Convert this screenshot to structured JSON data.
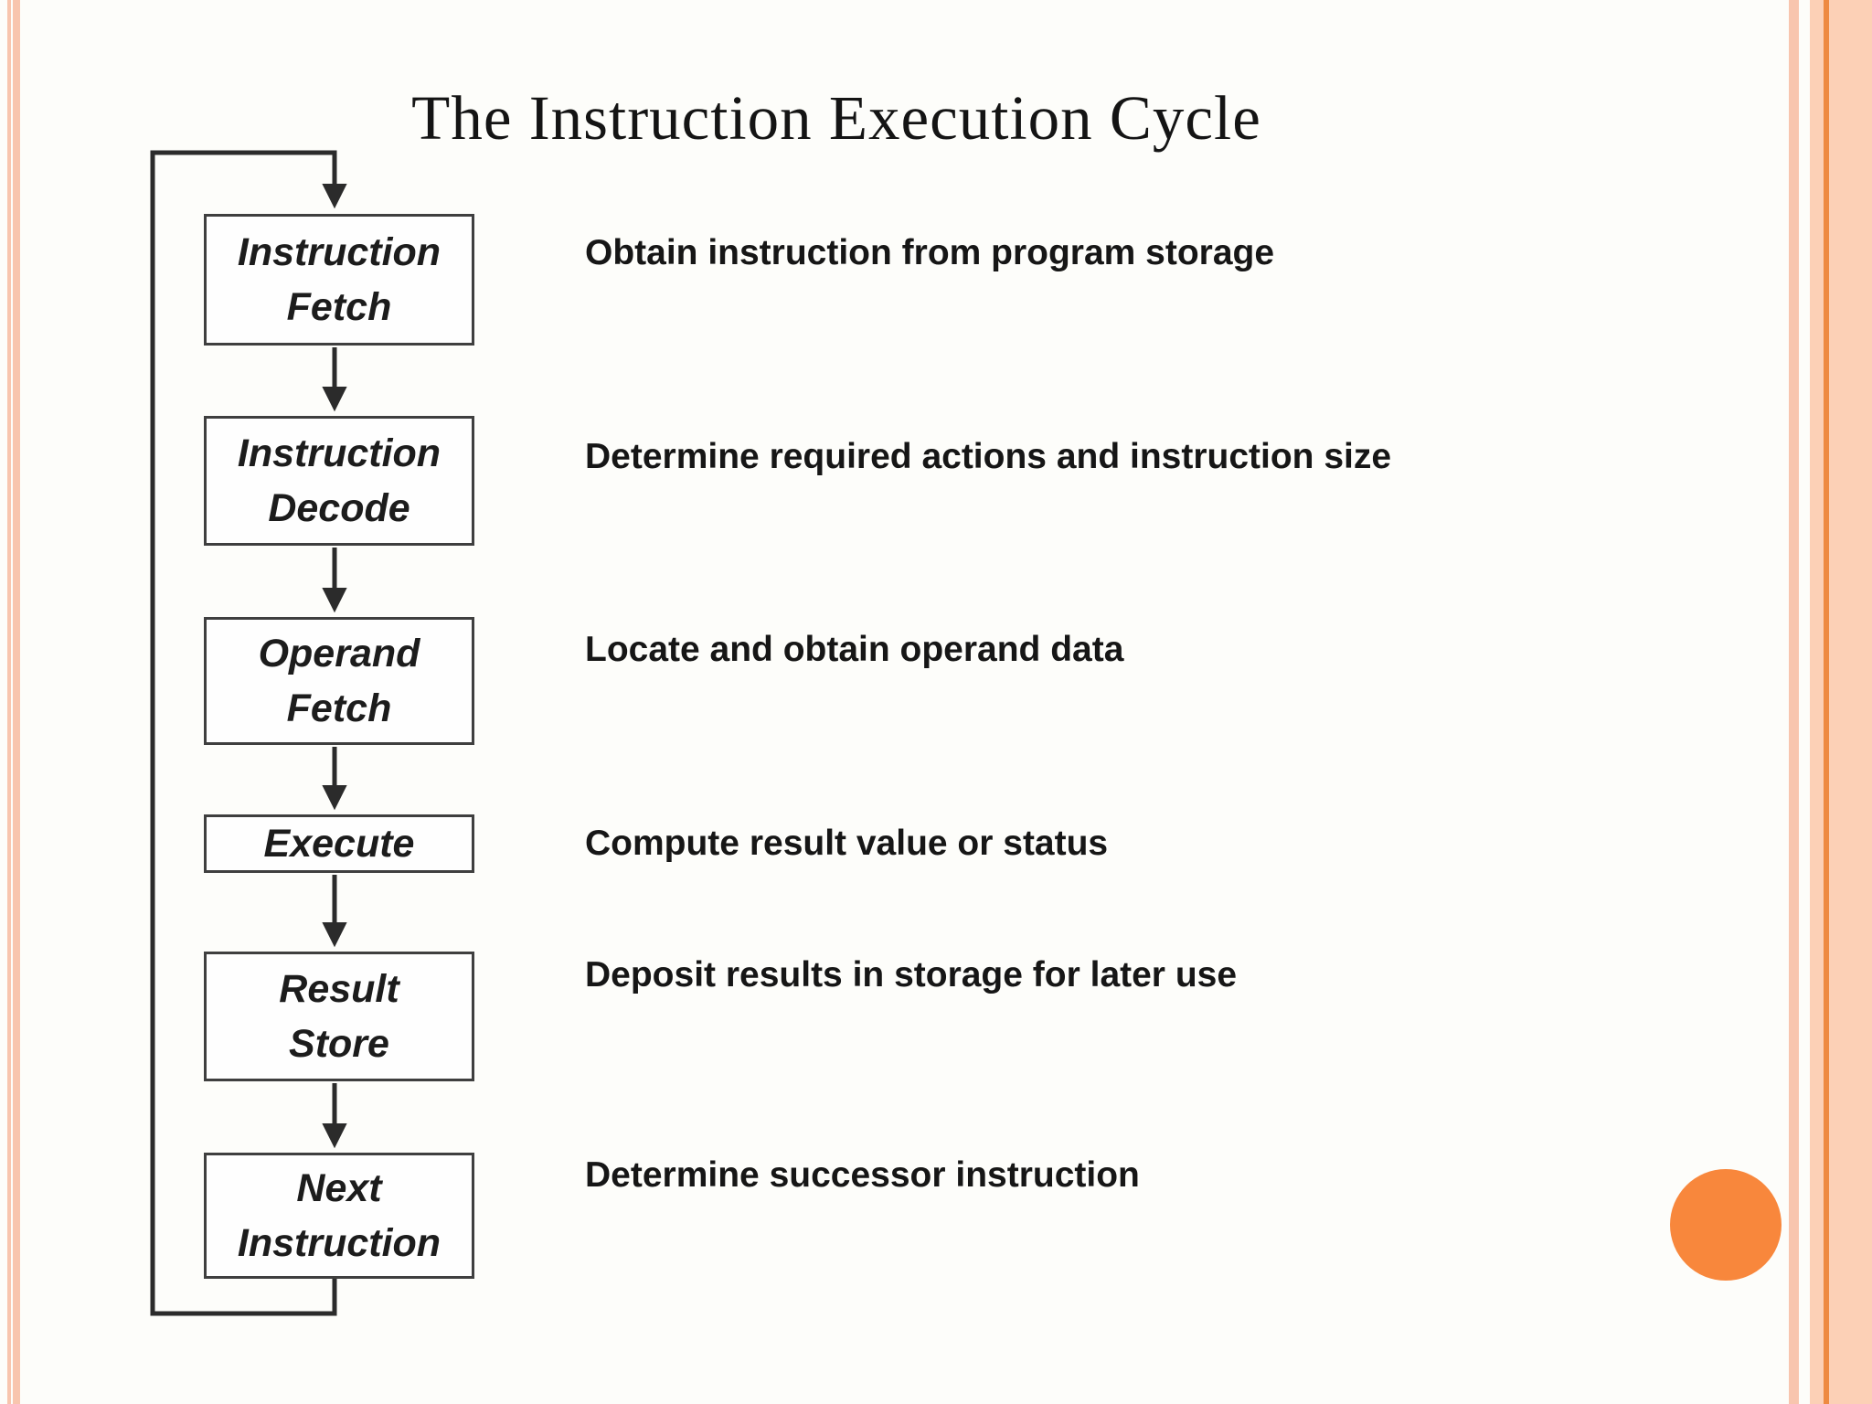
{
  "slide": {
    "title": "The Instruction Execution Cycle"
  },
  "flow": {
    "steps": [
      {
        "lines": [
          "Instruction",
          "Fetch"
        ],
        "description": "Obtain instruction from program storage"
      },
      {
        "lines": [
          "Instruction",
          "Decode"
        ],
        "description": "Determine required actions and instruction size"
      },
      {
        "lines": [
          "Operand",
          "Fetch"
        ],
        "description": "Locate and obtain operand data"
      },
      {
        "lines": [
          "Execute"
        ],
        "description": "Compute result value or status"
      },
      {
        "lines": [
          "Result",
          "Store"
        ],
        "description": "Deposit results in storage for later use"
      },
      {
        "lines": [
          "Next",
          "Instruction"
        ],
        "description": "Determine successor instruction"
      }
    ]
  },
  "colors": {
    "frame_stripe": "#f8c5ae",
    "frame_band": "#fcd0b6",
    "frame_band_line": "#ee8a42",
    "accent_circle": "#f8873c",
    "line_color": "#2b2b2b",
    "box_border": "#3f3f3f"
  }
}
